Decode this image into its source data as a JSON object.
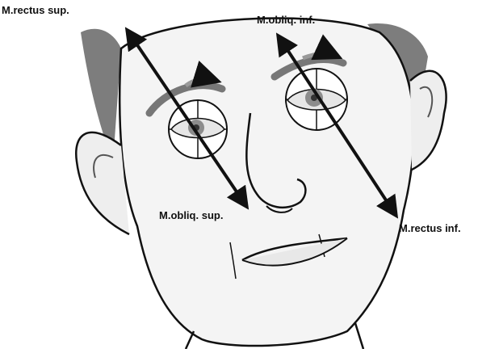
{
  "labels": {
    "rectus_sup": "M.rectus sup.",
    "obliq_inf": "M.obliq. inf.",
    "obliq_sup": "M.obliq. sup.",
    "rectus_inf": "M.rectus inf."
  },
  "colors": {
    "line": "#111111",
    "skin": "#f4f4f4",
    "hair": "#7d7d7d",
    "shade": "#9a9a9a",
    "iris": "#8c8c8c"
  }
}
